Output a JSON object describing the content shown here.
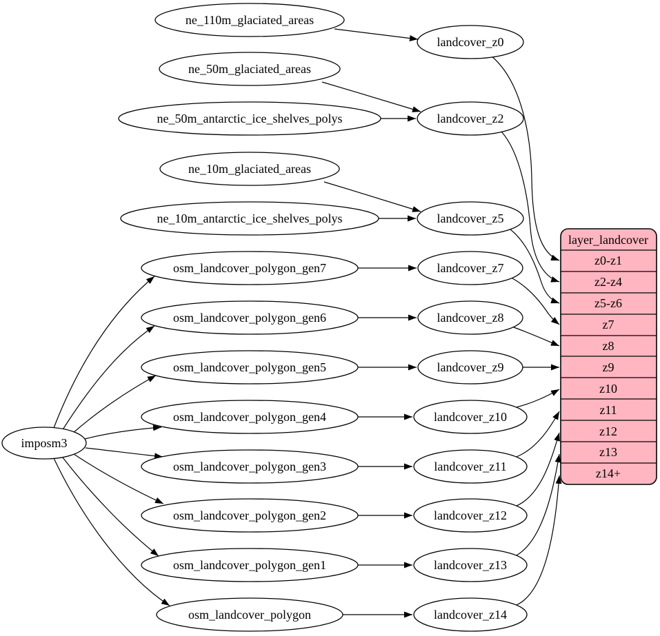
{
  "colors": {
    "background": "#ffffff",
    "node_fill": "#ffffff",
    "edge_stroke": "#000000",
    "table_fill": "#ffb6c1"
  },
  "importer": {
    "label": "imposm3"
  },
  "sources": [
    {
      "label": "ne_110m_glaciated_areas"
    },
    {
      "label": "ne_50m_glaciated_areas"
    },
    {
      "label": "ne_50m_antarctic_ice_shelves_polys"
    },
    {
      "label": "ne_10m_glaciated_areas"
    },
    {
      "label": "ne_10m_antarctic_ice_shelves_polys"
    },
    {
      "label": "osm_landcover_polygon_gen7"
    },
    {
      "label": "osm_landcover_polygon_gen6"
    },
    {
      "label": "osm_landcover_polygon_gen5"
    },
    {
      "label": "osm_landcover_polygon_gen4"
    },
    {
      "label": "osm_landcover_polygon_gen3"
    },
    {
      "label": "osm_landcover_polygon_gen2"
    },
    {
      "label": "osm_landcover_polygon_gen1"
    },
    {
      "label": "osm_landcover_polygon"
    }
  ],
  "transforms": [
    {
      "label": "landcover_z0"
    },
    {
      "label": "landcover_z2"
    },
    {
      "label": "landcover_z5"
    },
    {
      "label": "landcover_z7"
    },
    {
      "label": "landcover_z8"
    },
    {
      "label": "landcover_z9"
    },
    {
      "label": "landcover_z10"
    },
    {
      "label": "landcover_z11"
    },
    {
      "label": "landcover_z12"
    },
    {
      "label": "landcover_z13"
    },
    {
      "label": "landcover_z14"
    }
  ],
  "table": {
    "title": "layer_landcover",
    "rows": [
      "z0-z1",
      "z2-z4",
      "z5-z6",
      "z7",
      "z8",
      "z9",
      "z10",
      "z11",
      "z12",
      "z13",
      "z14+"
    ]
  },
  "edges": [
    {
      "from": "imposm3",
      "to": "osm_landcover_polygon_gen7"
    },
    {
      "from": "imposm3",
      "to": "osm_landcover_polygon_gen6"
    },
    {
      "from": "imposm3",
      "to": "osm_landcover_polygon_gen5"
    },
    {
      "from": "imposm3",
      "to": "osm_landcover_polygon_gen4"
    },
    {
      "from": "imposm3",
      "to": "osm_landcover_polygon_gen3"
    },
    {
      "from": "imposm3",
      "to": "osm_landcover_polygon_gen2"
    },
    {
      "from": "imposm3",
      "to": "osm_landcover_polygon_gen1"
    },
    {
      "from": "imposm3",
      "to": "osm_landcover_polygon"
    },
    {
      "from": "ne_110m_glaciated_areas",
      "to": "landcover_z0"
    },
    {
      "from": "ne_50m_glaciated_areas",
      "to": "landcover_z2"
    },
    {
      "from": "ne_50m_antarctic_ice_shelves_polys",
      "to": "landcover_z2"
    },
    {
      "from": "ne_10m_glaciated_areas",
      "to": "landcover_z5"
    },
    {
      "from": "ne_10m_antarctic_ice_shelves_polys",
      "to": "landcover_z5"
    },
    {
      "from": "osm_landcover_polygon_gen7",
      "to": "landcover_z7"
    },
    {
      "from": "osm_landcover_polygon_gen6",
      "to": "landcover_z8"
    },
    {
      "from": "osm_landcover_polygon_gen5",
      "to": "landcover_z9"
    },
    {
      "from": "osm_landcover_polygon_gen4",
      "to": "landcover_z10"
    },
    {
      "from": "osm_landcover_polygon_gen3",
      "to": "landcover_z11"
    },
    {
      "from": "osm_landcover_polygon_gen2",
      "to": "landcover_z12"
    },
    {
      "from": "osm_landcover_polygon_gen1",
      "to": "landcover_z13"
    },
    {
      "from": "osm_landcover_polygon",
      "to": "landcover_z14"
    },
    {
      "from": "landcover_z0",
      "to": "z0-z1"
    },
    {
      "from": "landcover_z2",
      "to": "z2-z4"
    },
    {
      "from": "landcover_z5",
      "to": "z5-z6"
    },
    {
      "from": "landcover_z7",
      "to": "z7"
    },
    {
      "from": "landcover_z8",
      "to": "z8"
    },
    {
      "from": "landcover_z9",
      "to": "z9"
    },
    {
      "from": "landcover_z10",
      "to": "z10"
    },
    {
      "from": "landcover_z11",
      "to": "z11"
    },
    {
      "from": "landcover_z12",
      "to": "z12"
    },
    {
      "from": "landcover_z13",
      "to": "z13"
    },
    {
      "from": "landcover_z14",
      "to": "z14+"
    }
  ]
}
